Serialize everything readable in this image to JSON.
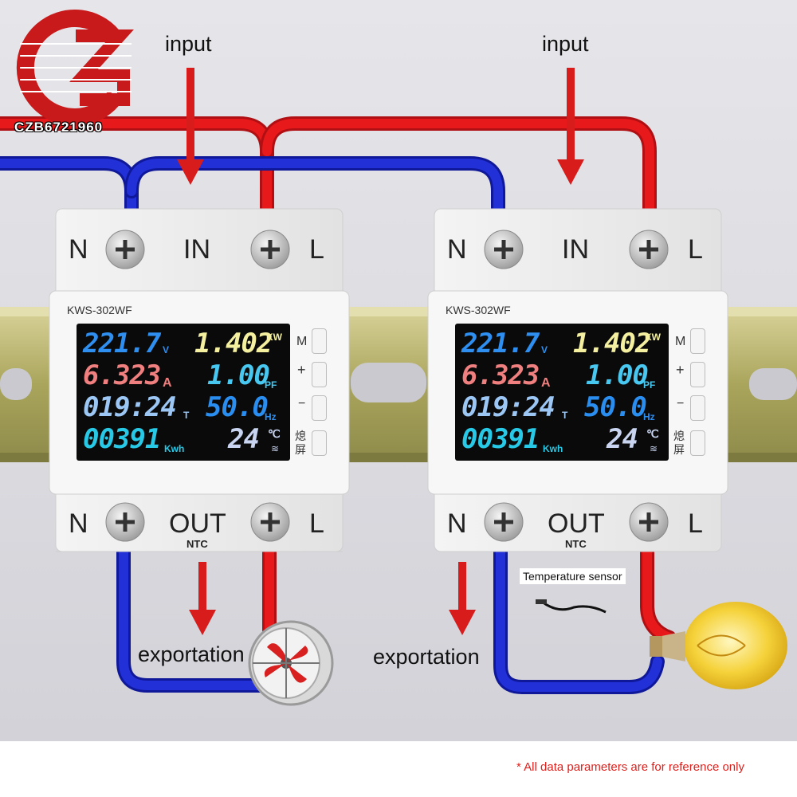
{
  "watermark": {
    "text": "CZB6721960"
  },
  "arrows": {
    "input_label": "input",
    "output_label": "exportation"
  },
  "devices": [
    {
      "model": "KWS-302WF",
      "terminals_top": {
        "n": "N",
        "mid": "IN",
        "l": "L"
      },
      "terminals_bottom": {
        "n": "N",
        "mid": "OUT",
        "l": "L",
        "sub": "NTC"
      },
      "display": {
        "voltage": "221.7",
        "voltage_unit": "V",
        "power": "1.402",
        "power_unit": "KW",
        "current": "6.323",
        "current_unit": "A",
        "pf": "1.00",
        "pf_unit": "PF",
        "time": "019:24",
        "time_unit": "T",
        "freq": "50.0",
        "freq_unit": "Hz",
        "energy": "00391",
        "energy_unit": "Kwh",
        "temp": "24",
        "temp_unit": "℃"
      },
      "buttons": {
        "m": "M",
        "plus": "+",
        "minus": "−",
        "off_top": "熄",
        "off_bottom": "屏"
      },
      "load": "fan-icon"
    },
    {
      "model": "KWS-302WF",
      "terminals_top": {
        "n": "N",
        "mid": "IN",
        "l": "L"
      },
      "terminals_bottom": {
        "n": "N",
        "mid": "OUT",
        "l": "L",
        "sub": "NTC"
      },
      "display": {
        "voltage": "221.7",
        "voltage_unit": "V",
        "power": "1.402",
        "power_unit": "KW",
        "current": "6.323",
        "current_unit": "A",
        "pf": "1.00",
        "pf_unit": "PF",
        "time": "019:24",
        "time_unit": "T",
        "freq": "50.0",
        "freq_unit": "Hz",
        "energy": "00391",
        "energy_unit": "Kwh",
        "temp": "24",
        "temp_unit": "℃"
      },
      "buttons": {
        "m": "M",
        "plus": "+",
        "minus": "−",
        "off_top": "熄",
        "off_bottom": "屏"
      },
      "load": "light-bulb-icon"
    }
  ],
  "sensor": {
    "label": "Temperature sensor"
  },
  "footnote": "* All data parameters are for reference only",
  "colors": {
    "live_wire": "#e8191b",
    "neutral_wire": "#2230d8",
    "arrow": "#d81b1b",
    "voltage": "#2e8ff0",
    "power": "#f4f0a0",
    "current": "#f07f7f",
    "pf": "#48c8f0",
    "time": "#9cc6f4",
    "freq": "#2a8ef0",
    "energy": "#27c9e6",
    "temp": "#c8d4f0",
    "rail": "#b9b36a"
  }
}
